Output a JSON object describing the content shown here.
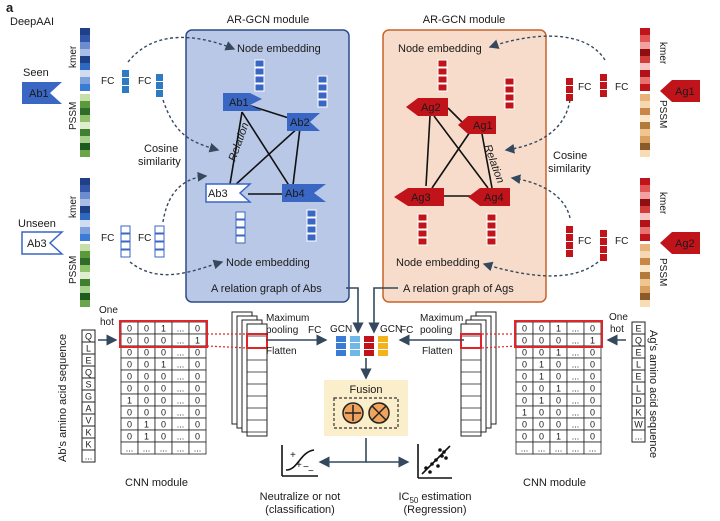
{
  "panel_letter": "a",
  "model_name": "DeepAAI",
  "colors": {
    "ab_blue": "#3a66c4",
    "ab_panel": "#b9c8e6",
    "ag_red": "#c0141a",
    "ag_panel": "#f7dccb",
    "ag_panel_border": "#c9622a",
    "fusion_bg": "#fbeecb",
    "cnn_red": "#e0242a"
  },
  "modules": {
    "left_title": "AR-GCN module",
    "right_title": "AR-GCN module",
    "node_embedding": "Node embedding",
    "left_graph_caption": "A relation graph of Abs",
    "right_graph_caption": "A relation graph of Ags"
  },
  "labels": {
    "seen": "Seen",
    "unseen": "Unseen",
    "kmer": "kmer",
    "pssm": "PSSM",
    "fc": "FC",
    "cosine": "Cosine",
    "similarity": "similarity",
    "relation": "Relation",
    "gcn": "GCN",
    "fusion": "Fusion",
    "one": "One",
    "hot": "hot",
    "max": "Maximum",
    "pooling": "pooling",
    "flatten": "Flatten",
    "cnn_module": "CNN module",
    "ab_seq": "Ab's amino acid sequence",
    "ag_seq": "Ag's amino acid sequence",
    "out1_line1": "Neutralize or not",
    "out1_line2": "(classification)",
    "out2_ic": "IC",
    "out2_sub": "50",
    "out2_rest": " estimation",
    "out2_line2": "(Regression)"
  },
  "nodes": {
    "ab1": "Ab1",
    "ab2": "Ab2",
    "ab3": "Ab3",
    "ab4": "Ab4",
    "ag1": "Ag1",
    "ag2": "Ag2",
    "ag3": "Ag3",
    "ag4": "Ag4"
  },
  "ab_sequence": [
    "Q",
    "L",
    "E",
    "Q",
    "S",
    "G",
    "A",
    "V",
    "K",
    "K",
    "..."
  ],
  "ag_sequence": [
    "E",
    "Q",
    "E",
    "L",
    "E",
    "L",
    "D",
    "K",
    "W",
    "..."
  ],
  "ab_matrix": [
    [
      "0",
      "0",
      "1",
      "...",
      "0"
    ],
    [
      "0",
      "0",
      "0",
      "...",
      "1"
    ],
    [
      "0",
      "0",
      "0",
      "...",
      "0"
    ],
    [
      "0",
      "0",
      "1",
      "...",
      "0"
    ],
    [
      "0",
      "0",
      "0",
      "...",
      "0"
    ],
    [
      "0",
      "0",
      "0",
      "...",
      "0"
    ],
    [
      "1",
      "0",
      "0",
      "...",
      "0"
    ],
    [
      "0",
      "0",
      "0",
      "...",
      "0"
    ],
    [
      "0",
      "1",
      "0",
      "...",
      "0"
    ],
    [
      "0",
      "1",
      "0",
      "...",
      "0"
    ],
    [
      "...",
      "...",
      "...",
      "...",
      "..."
    ]
  ],
  "ag_matrix": [
    [
      "0",
      "0",
      "1",
      "...",
      "0"
    ],
    [
      "0",
      "0",
      "0",
      "...",
      "1"
    ],
    [
      "0",
      "0",
      "1",
      "...",
      "0"
    ],
    [
      "0",
      "1",
      "0",
      "...",
      "0"
    ],
    [
      "0",
      "1",
      "0",
      "...",
      "0"
    ],
    [
      "0",
      "0",
      "1",
      "...",
      "0"
    ],
    [
      "0",
      "1",
      "0",
      "...",
      "0"
    ],
    [
      "1",
      "0",
      "0",
      "...",
      "0"
    ],
    [
      "0",
      "0",
      "0",
      "...",
      "0"
    ],
    [
      "0",
      "0",
      "1",
      "...",
      "0"
    ],
    [
      "...",
      "...",
      "...",
      "...",
      "..."
    ]
  ]
}
